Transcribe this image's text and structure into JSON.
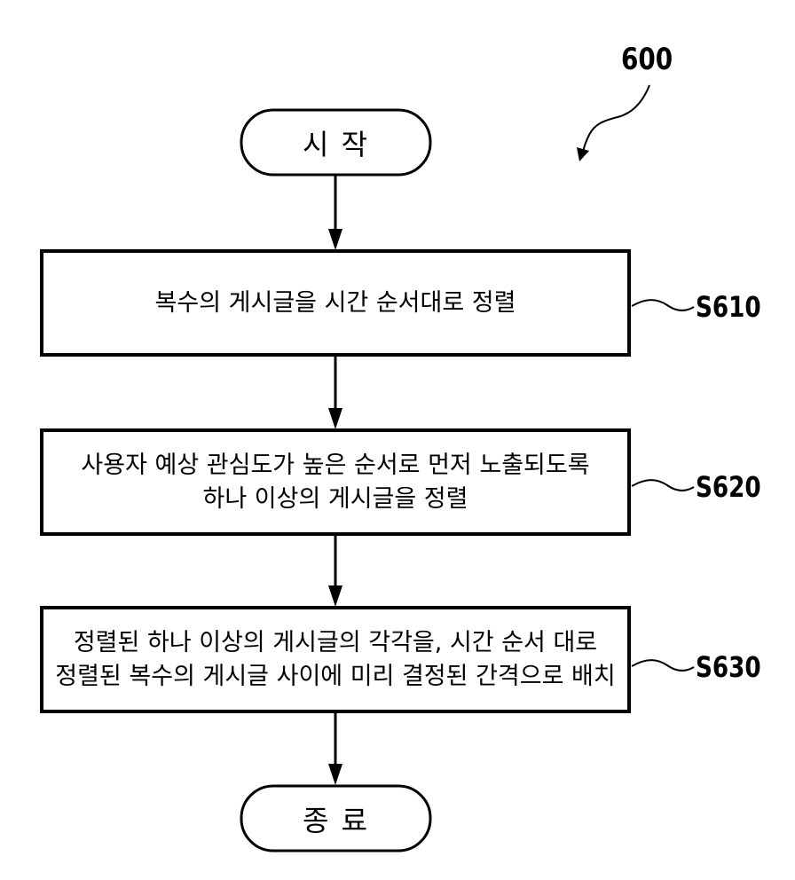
{
  "figure_number": "600",
  "nodes": {
    "start": {
      "label": "시 작"
    },
    "s610": {
      "id": "S610",
      "lines": [
        "복수의 게시글을 시간 순서대로 정렬"
      ]
    },
    "s620": {
      "id": "S620",
      "lines": [
        "사용자 예상 관심도가 높은 순서로 먼저 노출되도록",
        "하나 이상의 게시글을 정렬"
      ]
    },
    "s630": {
      "id": "S630",
      "lines": [
        "정렬된 하나 이상의 게시글의 각각을, 시간 순서 대로",
        "정렬된 복수의 게시글 사이에 미리 결정된 간격으로 배치"
      ]
    },
    "end": {
      "label": "종 료"
    }
  }
}
